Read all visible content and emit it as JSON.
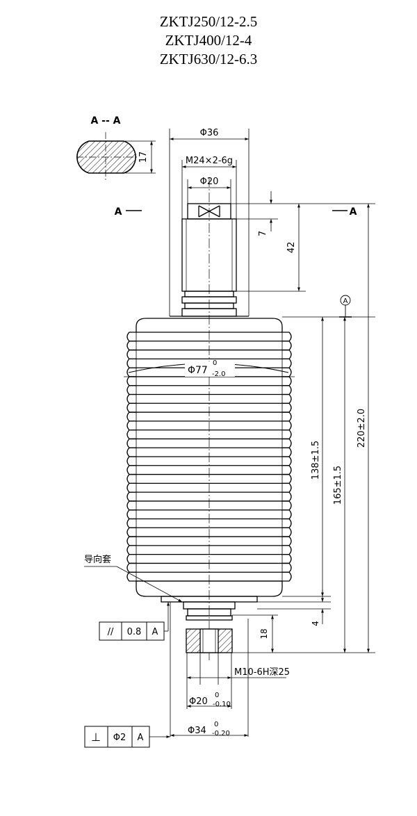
{
  "models": [
    "ZKTJ250/12-2.5",
    "ZKTJ400/12-4",
    "ZKTJ630/12-6.3"
  ],
  "section": {
    "title": "A -- A",
    "dim_height": "17",
    "marker_left": "A",
    "marker_right": "A"
  },
  "dimensions": {
    "d36": "Φ36",
    "thread_top": "M24×2-6g",
    "d20_top": "Φ20",
    "len7": "7",
    "len42": "42",
    "datum": "A",
    "d77": "Φ77",
    "d77_upper": "0",
    "d77_lower": "-2.0",
    "h138": "138±1.5",
    "h165": "165±1.5",
    "h220": "220±2.0",
    "len4": "4",
    "len18": "18",
    "thread_bottom": "M10-6H深25",
    "d20_bottom": "Φ20",
    "d20_upper": "0",
    "d20_lower": "-0.10",
    "d34": "Φ34",
    "d34_upper": "0",
    "d34_lower": "-0.20"
  },
  "labels": {
    "guide_sleeve": "导向套"
  },
  "tolerances": {
    "parallelism": {
      "symbol": "//",
      "value": "0.8",
      "datum": "A"
    },
    "perpendicularity": {
      "symbol": "⊥",
      "value": "Φ2",
      "datum": "A"
    }
  }
}
